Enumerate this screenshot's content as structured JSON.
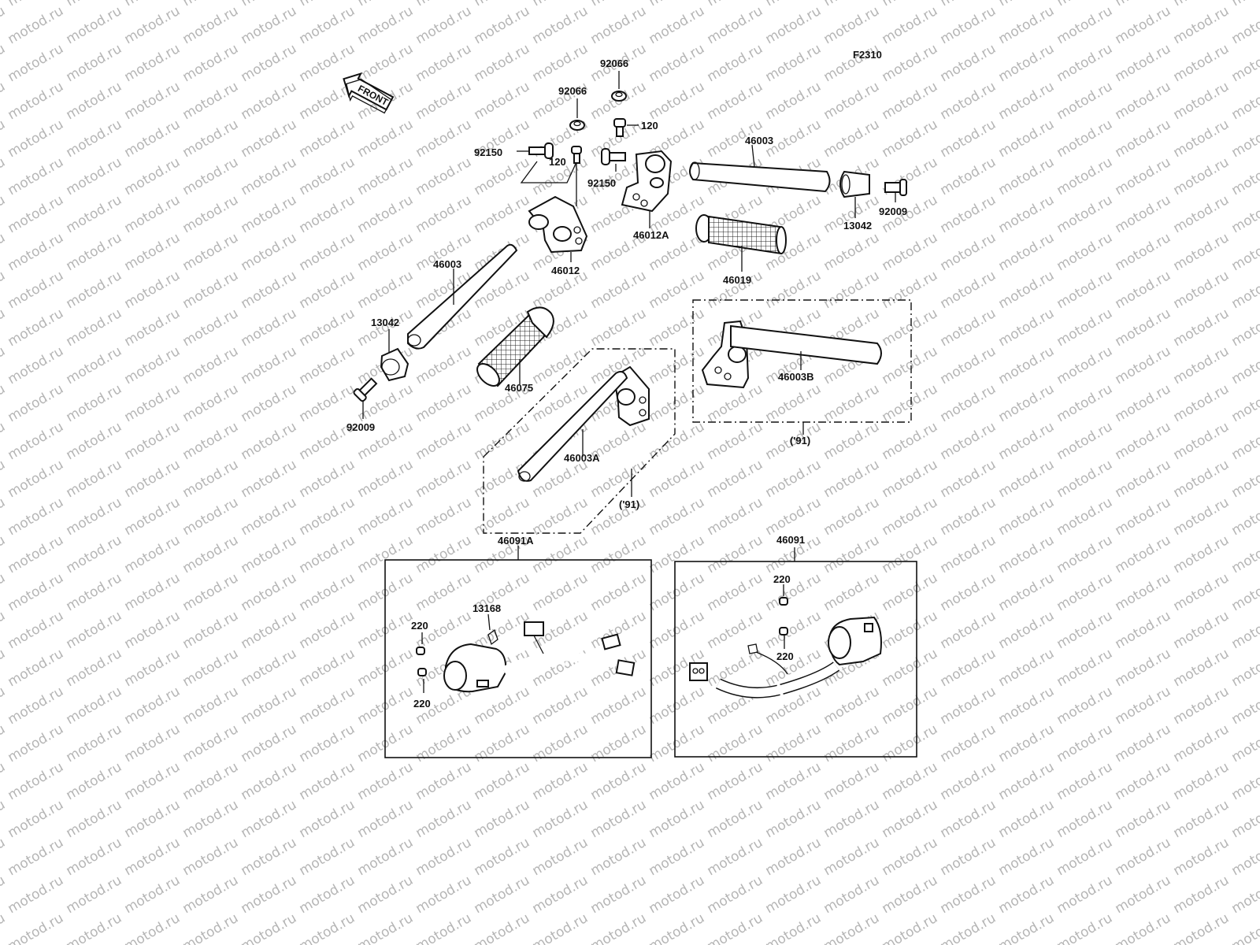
{
  "figure_code": "F2310",
  "front_arrow": "FRONT",
  "watermark": "motod.ru",
  "labels": {
    "l92066_left": "92066",
    "l92066_right": "92066",
    "l120_right": "120",
    "l120_left": "120",
    "l92150_left": "92150",
    "l92150_right": "92150",
    "l46003_top": "46003",
    "l13042_right": "13042",
    "l92009_right": "92009",
    "l46012A": "46012A",
    "l46012": "46012",
    "l46019": "46019",
    "l46003_left": "46003",
    "l13042_left": "13042",
    "l92009_left": "92009",
    "l46075": "46075",
    "l46003B": "46003B",
    "l91_b": "('91)",
    "l46003A": "46003A",
    "l91_a": "('91)",
    "l46091A": "46091A",
    "l46091": "46091",
    "l13168": "13168",
    "l220_a1": "220",
    "l220_a2": "220",
    "l220_b1": "220",
    "l220_b2": "220"
  }
}
